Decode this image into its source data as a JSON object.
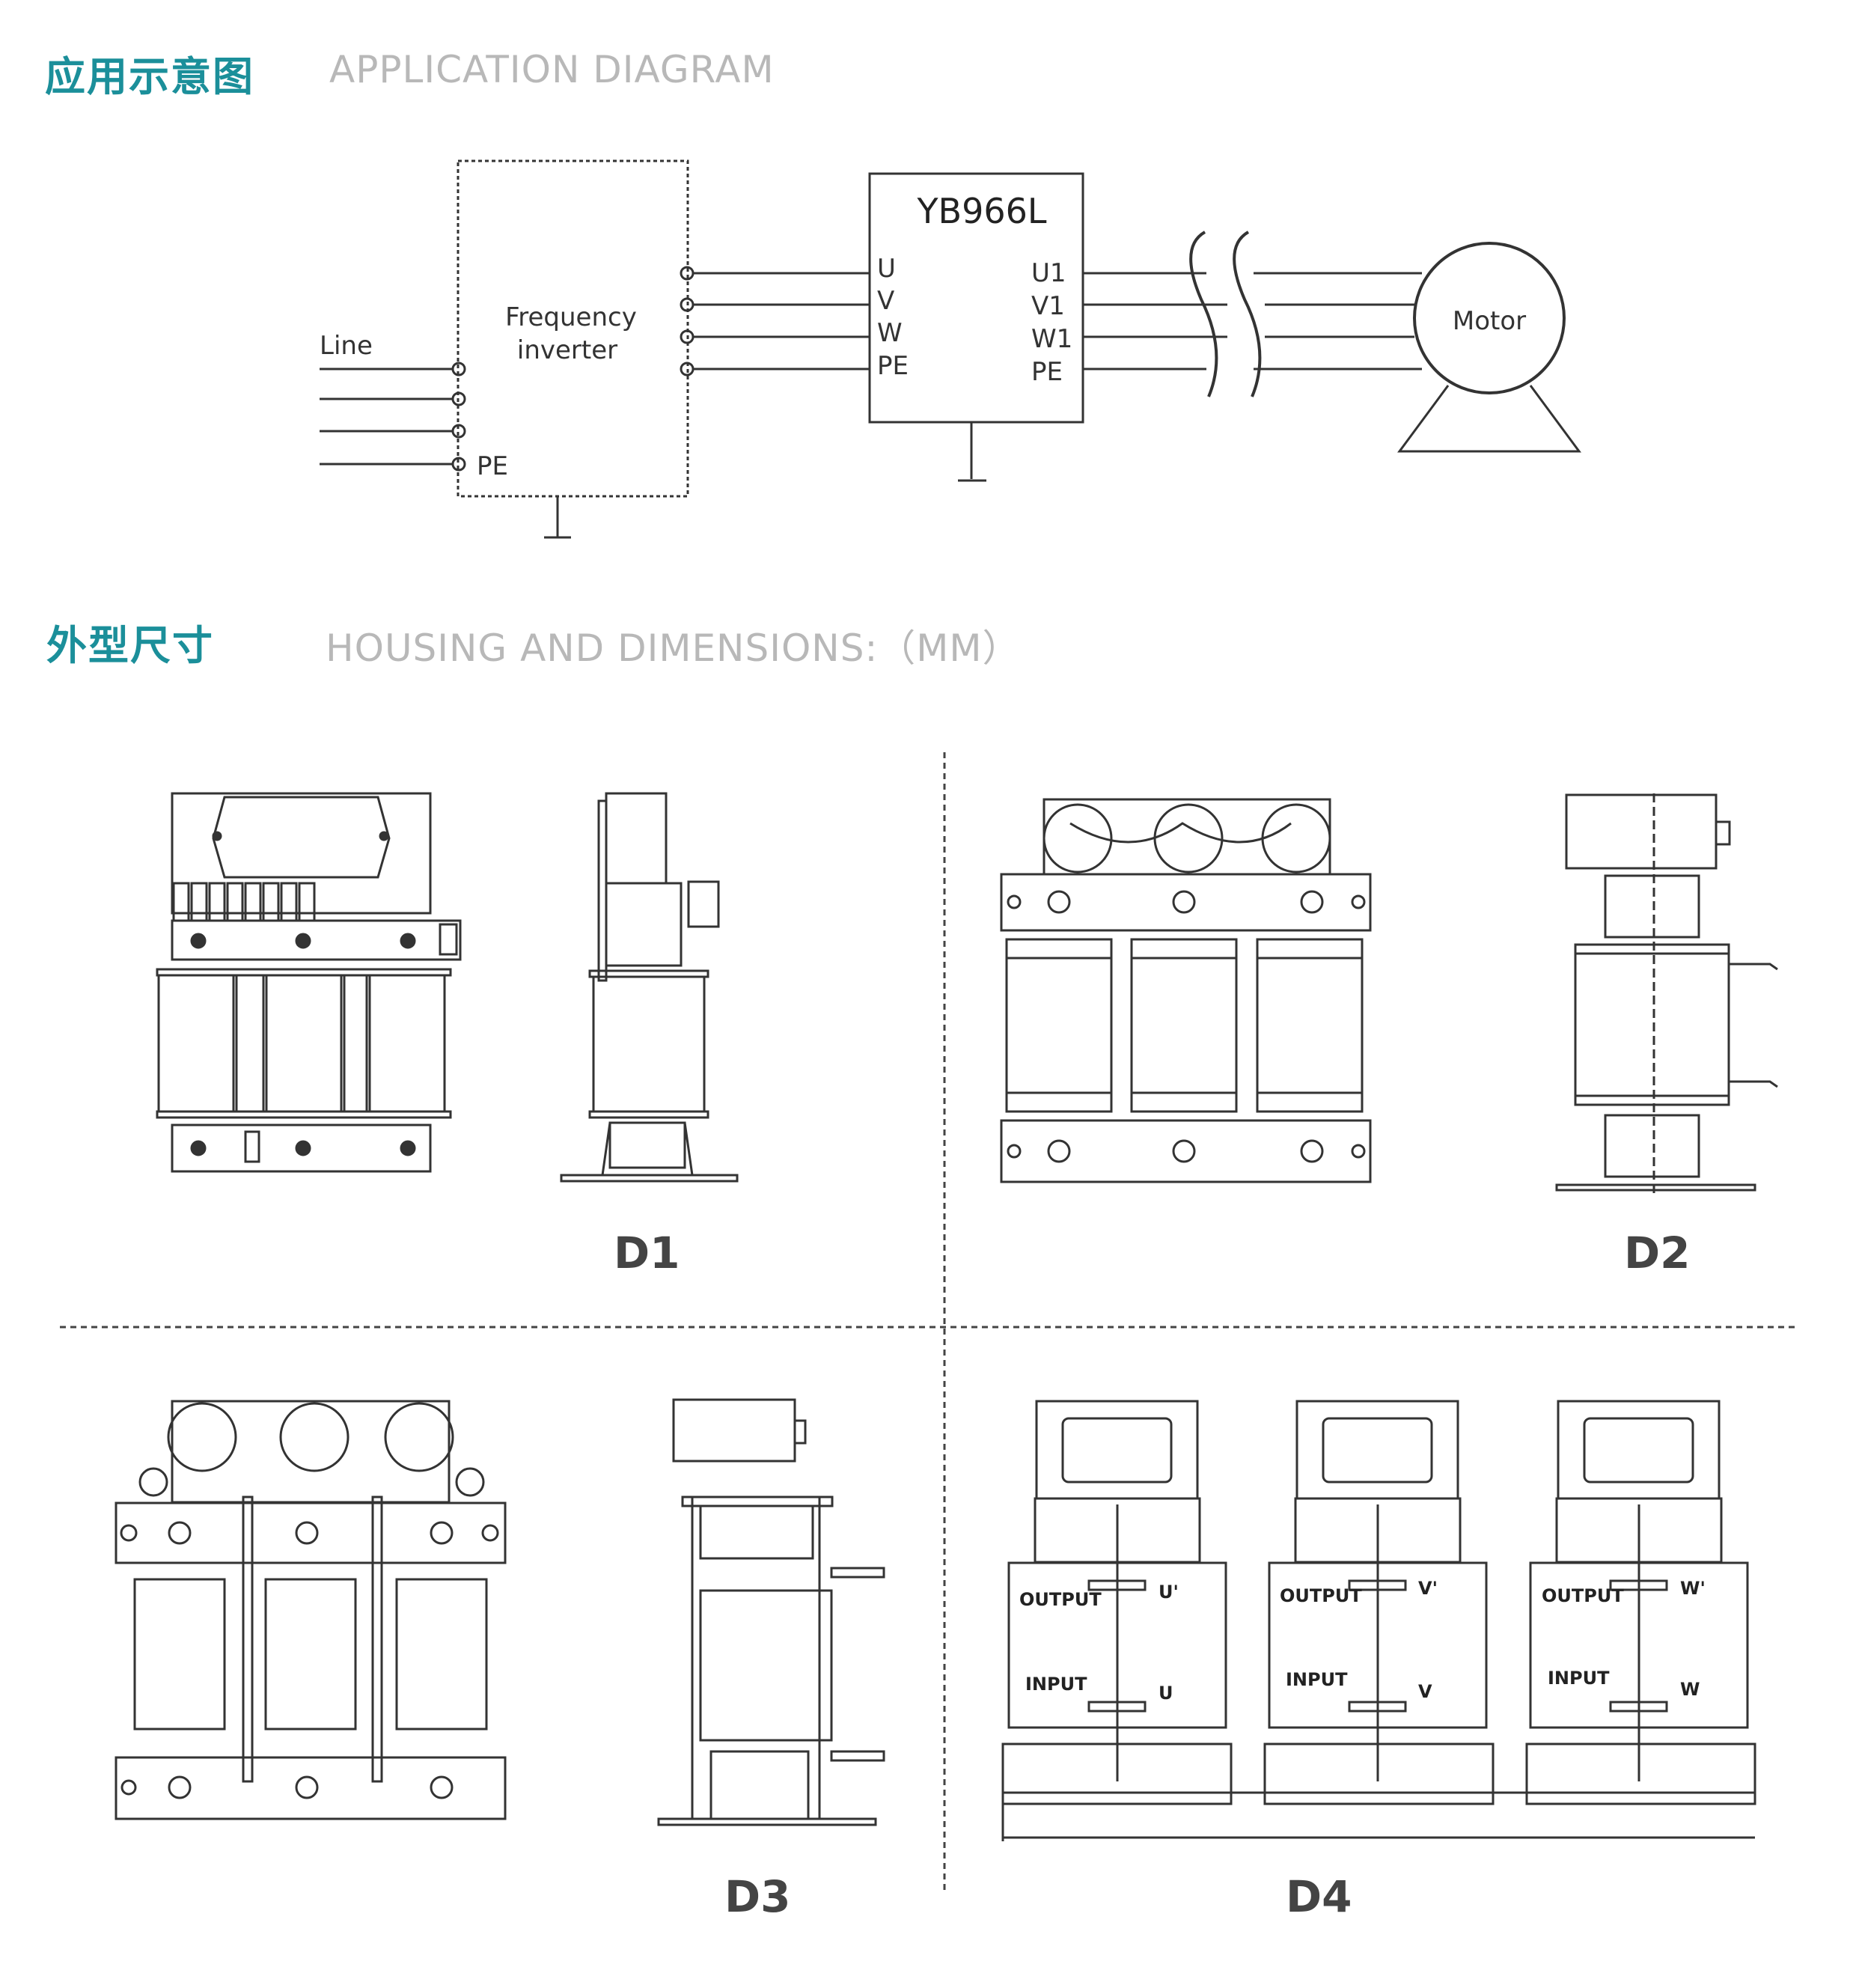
{
  "sections": {
    "application": {
      "title_cn": "应用示意图",
      "title_en": "APPLICATION DIAGRAM"
    },
    "housing": {
      "title_cn": "外型尺寸",
      "title_en": "HOUSING AND DIMENSIONS:（MM）"
    }
  },
  "diagram": {
    "line_label": "Line",
    "pe_label": "PE",
    "inverter_label_1": "Frequency",
    "inverter_label_2": "inverter",
    "device_label": "YB966L",
    "inputs": [
      "U",
      "V",
      "W",
      "PE"
    ],
    "outputs": [
      "U1",
      "V1",
      "W1",
      "PE"
    ],
    "motor_label": "Motor"
  },
  "drawings": {
    "d1": "D1",
    "d2": "D2",
    "d3": "D3",
    "d4": "D4",
    "d4_units": [
      {
        "output": "OUTPUT",
        "input": "INPUT",
        "out_term": "U'",
        "in_term": "U"
      },
      {
        "output": "OUTPUT",
        "input": "INPUT",
        "out_term": "V'",
        "in_term": "V"
      },
      {
        "output": "OUTPUT",
        "input": "INPUT",
        "out_term": "W'",
        "in_term": "W"
      }
    ]
  }
}
